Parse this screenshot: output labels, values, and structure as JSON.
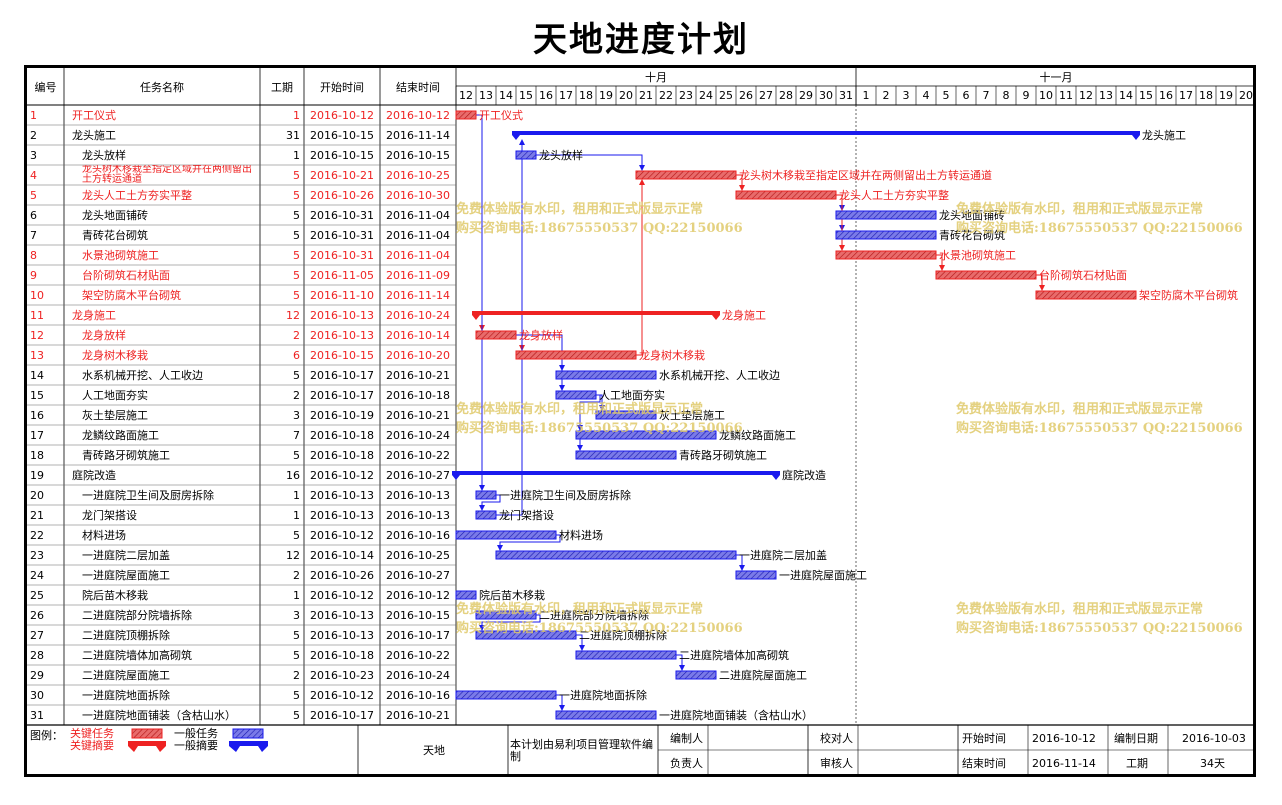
{
  "title": "天地进度计划",
  "columns": {
    "id": "编号",
    "name": "任务名称",
    "duration": "工期",
    "start": "开始时间",
    "end": "结束时间"
  },
  "months": [
    {
      "label": "十月",
      "days": [
        "12",
        "13",
        "14",
        "15",
        "16",
        "17",
        "18",
        "19",
        "20",
        "21",
        "22",
        "23",
        "24",
        "25",
        "26",
        "27",
        "28",
        "29",
        "30",
        "31"
      ]
    },
    {
      "label": "十一月",
      "days": [
        "1",
        "2",
        "3",
        "4",
        "5",
        "6",
        "7",
        "8",
        "9",
        "10",
        "11",
        "12",
        "13",
        "14",
        "15",
        "16",
        "17",
        "18",
        "19",
        "20"
      ]
    }
  ],
  "colors": {
    "critical": "#ee2222",
    "normal": "#1a1aee",
    "critical_fill": "#dd4444",
    "normal_fill": "#5555dd"
  },
  "chart_data": {
    "type": "gantt",
    "title": "天地进度计划",
    "x_range": [
      "2016-10-12",
      "2016-11-20"
    ],
    "tasks": [
      {
        "id": "1",
        "name": "开工仪式",
        "duration": "1",
        "start": "2016-10-12",
        "end": "2016-10-12",
        "kind": "critical",
        "label": "开工仪式",
        "indent": 0
      },
      {
        "id": "2",
        "name": "龙头施工",
        "duration": "31",
        "start": "2016-10-15",
        "end": "2016-11-14",
        "kind": "summary",
        "label": "龙头施工",
        "indent": 0
      },
      {
        "id": "3",
        "name": "龙头放样",
        "duration": "1",
        "start": "2016-10-15",
        "end": "2016-10-15",
        "kind": "normal",
        "label": "龙头放样",
        "indent": 1
      },
      {
        "id": "4",
        "name": "龙头树木移栽至指定区域并在两侧留出土方转运通道",
        "duration": "5",
        "start": "2016-10-21",
        "end": "2016-10-25",
        "kind": "critical",
        "label": "龙头树木移栽至指定区域并在两侧留出土方转运通道",
        "indent": 1
      },
      {
        "id": "5",
        "name": "龙头人工土方夯实平整",
        "duration": "5",
        "start": "2016-10-26",
        "end": "2016-10-30",
        "kind": "critical",
        "label": "龙头人工土方夯实平整",
        "indent": 1
      },
      {
        "id": "6",
        "name": "龙头地面铺砖",
        "duration": "5",
        "start": "2016-10-31",
        "end": "2016-11-04",
        "kind": "normal",
        "label": "龙头地面铺砖",
        "indent": 1
      },
      {
        "id": "7",
        "name": "青砖花台砌筑",
        "duration": "5",
        "start": "2016-10-31",
        "end": "2016-11-04",
        "kind": "normal",
        "label": "青砖花台砌筑",
        "indent": 1
      },
      {
        "id": "8",
        "name": "水景池砌筑施工",
        "duration": "5",
        "start": "2016-10-31",
        "end": "2016-11-04",
        "kind": "critical",
        "label": "水景池砌筑施工",
        "indent": 1
      },
      {
        "id": "9",
        "name": "台阶砌筑石材贴面",
        "duration": "5",
        "start": "2016-11-05",
        "end": "2016-11-09",
        "kind": "critical",
        "label": "台阶砌筑石材贴面",
        "indent": 1
      },
      {
        "id": "10",
        "name": "架空防腐木平台砌筑",
        "duration": "5",
        "start": "2016-11-10",
        "end": "2016-11-14",
        "kind": "critical",
        "label": "架空防腐木平台砌筑",
        "indent": 1
      },
      {
        "id": "11",
        "name": "龙身施工",
        "duration": "12",
        "start": "2016-10-13",
        "end": "2016-10-24",
        "kind": "critical_summary",
        "label": "龙身施工",
        "indent": 0
      },
      {
        "id": "12",
        "name": "龙身放样",
        "duration": "2",
        "start": "2016-10-13",
        "end": "2016-10-14",
        "kind": "critical",
        "label": "龙身放样",
        "indent": 1
      },
      {
        "id": "13",
        "name": "龙身树木移栽",
        "duration": "6",
        "start": "2016-10-15",
        "end": "2016-10-20",
        "kind": "critical",
        "label": "龙身树木移栽",
        "indent": 1
      },
      {
        "id": "14",
        "name": "水系机械开挖、人工收边",
        "duration": "5",
        "start": "2016-10-17",
        "end": "2016-10-21",
        "kind": "normal",
        "label": "水系机械开挖、人工收边",
        "indent": 1
      },
      {
        "id": "15",
        "name": "人工地面夯实",
        "duration": "2",
        "start": "2016-10-17",
        "end": "2016-10-18",
        "kind": "normal",
        "label": "人工地面夯实",
        "indent": 1
      },
      {
        "id": "16",
        "name": "灰土垫层施工",
        "duration": "3",
        "start": "2016-10-19",
        "end": "2016-10-21",
        "kind": "normal",
        "label": "灰土垫层施工",
        "indent": 1
      },
      {
        "id": "17",
        "name": "龙鳞纹路面施工",
        "duration": "7",
        "start": "2016-10-18",
        "end": "2016-10-24",
        "kind": "normal",
        "label": "龙鳞纹路面施工",
        "indent": 1
      },
      {
        "id": "18",
        "name": "青砖路牙砌筑施工",
        "duration": "5",
        "start": "2016-10-18",
        "end": "2016-10-22",
        "kind": "normal",
        "label": "青砖路牙砌筑施工",
        "indent": 1
      },
      {
        "id": "19",
        "name": "庭院改造",
        "duration": "16",
        "start": "2016-10-12",
        "end": "2016-10-27",
        "kind": "summary",
        "label": "庭院改造",
        "indent": 0
      },
      {
        "id": "20",
        "name": "一进庭院卫生间及厨房拆除",
        "duration": "1",
        "start": "2016-10-13",
        "end": "2016-10-13",
        "kind": "normal",
        "label": "一进庭院卫生间及厨房拆除",
        "indent": 1
      },
      {
        "id": "21",
        "name": "龙门架搭设",
        "duration": "1",
        "start": "2016-10-13",
        "end": "2016-10-13",
        "kind": "normal",
        "label": "龙门架搭设",
        "indent": 1
      },
      {
        "id": "22",
        "name": "材料进场",
        "duration": "5",
        "start": "2016-10-12",
        "end": "2016-10-16",
        "kind": "normal",
        "label": "材料进场",
        "indent": 1
      },
      {
        "id": "23",
        "name": "一进庭院二层加盖",
        "duration": "12",
        "start": "2016-10-14",
        "end": "2016-10-25",
        "kind": "normal",
        "label": "一进庭院二层加盖",
        "indent": 1
      },
      {
        "id": "24",
        "name": "一进庭院屋面施工",
        "duration": "2",
        "start": "2016-10-26",
        "end": "2016-10-27",
        "kind": "normal",
        "label": "一进庭院屋面施工",
        "indent": 1
      },
      {
        "id": "25",
        "name": "院后苗木移栽",
        "duration": "1",
        "start": "2016-10-12",
        "end": "2016-10-12",
        "kind": "normal",
        "label": "院后苗木移栽",
        "indent": 1
      },
      {
        "id": "26",
        "name": "二进庭院部分院墙拆除",
        "duration": "3",
        "start": "2016-10-13",
        "end": "2016-10-15",
        "kind": "normal",
        "label": "二进庭院部分院墙拆除",
        "indent": 1
      },
      {
        "id": "27",
        "name": "二进庭院顶棚拆除",
        "duration": "5",
        "start": "2016-10-13",
        "end": "2016-10-17",
        "kind": "normal",
        "label": "二进庭院顶棚拆除",
        "indent": 1
      },
      {
        "id": "28",
        "name": "二进庭院墙体加高砌筑",
        "duration": "5",
        "start": "2016-10-18",
        "end": "2016-10-22",
        "kind": "normal",
        "label": "二进庭院墙体加高砌筑",
        "indent": 1
      },
      {
        "id": "29",
        "name": "二进庭院屋面施工",
        "duration": "2",
        "start": "2016-10-23",
        "end": "2016-10-24",
        "kind": "normal",
        "label": "二进庭院屋面施工",
        "indent": 1
      },
      {
        "id": "30",
        "name": "一进庭院地面拆除",
        "duration": "5",
        "start": "2016-10-12",
        "end": "2016-10-16",
        "kind": "normal",
        "label": "一进庭院地面拆除",
        "indent": 1
      },
      {
        "id": "31",
        "name": "一进庭院地面铺装（含枯山水）",
        "duration": "5",
        "start": "2016-10-17",
        "end": "2016-10-21",
        "kind": "normal",
        "label": "一进庭院地面铺装（含枯山水）",
        "indent": 1
      }
    ],
    "links": [
      [
        "1",
        "12"
      ],
      [
        "12",
        "13"
      ],
      [
        "13",
        "4"
      ],
      [
        "4",
        "5"
      ],
      [
        "5",
        "6"
      ],
      [
        "5",
        "7"
      ],
      [
        "5",
        "8"
      ],
      [
        "8",
        "9"
      ],
      [
        "9",
        "10"
      ],
      [
        "3",
        "4"
      ],
      [
        "12",
        "14"
      ],
      [
        "12",
        "15"
      ],
      [
        "15",
        "16"
      ],
      [
        "15",
        "17"
      ],
      [
        "15",
        "18"
      ],
      [
        "20",
        "21"
      ],
      [
        "22",
        "23"
      ],
      [
        "23",
        "24"
      ],
      [
        "26",
        "27"
      ],
      [
        "27",
        "28"
      ],
      [
        "28",
        "29"
      ],
      [
        "30",
        "31"
      ],
      [
        "1",
        "20"
      ],
      [
        "21",
        "2"
      ]
    ]
  },
  "legend": {
    "label": "图例：",
    "critical_task": "关键任务",
    "critical_summary": "关键摘要",
    "normal_task": "一般任务",
    "normal_summary": "一般摘要"
  },
  "footer": {
    "project": "天地",
    "note": "本计划由易利项目管理软件编制",
    "compiler_label": "编制人",
    "compiler": "",
    "checker_label": "校对人",
    "checker": "",
    "owner_label": "负责人",
    "owner": "",
    "reviewer_label": "审核人",
    "reviewer": "",
    "start_label": "开始时间",
    "start": "2016-10-12",
    "made_label": "编制日期",
    "made": "2016-10-03",
    "end_label": "结束时间",
    "end": "2016-11-14",
    "duration_label": "工期",
    "duration": "34天"
  },
  "watermark": {
    "line1": "免费体验版有水印，租用和正式版显示正常",
    "line2": "购买咨询电话:18675550537 QQ:22150066"
  }
}
